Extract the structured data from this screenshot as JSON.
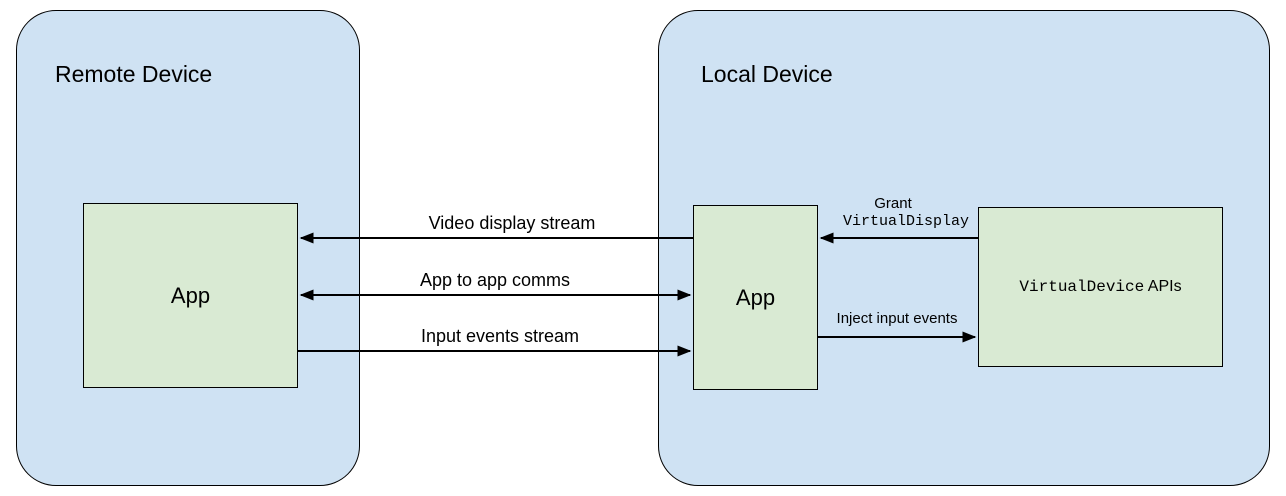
{
  "colors": {
    "device_fill": "#cfe2f3",
    "box_fill": "#d9ead3",
    "border": "#000000",
    "background": "#ffffff"
  },
  "remote_device": {
    "title": "Remote Device",
    "app_label": "App"
  },
  "local_device": {
    "title": "Local Device",
    "app_label": "App",
    "api_box": {
      "mono": "VirtualDevice",
      "rest": " APIs"
    }
  },
  "arrows": {
    "video_display_stream": {
      "label": "Video display stream",
      "direction": "left"
    },
    "app_to_app_comms": {
      "label": "App to app comms",
      "direction": "both"
    },
    "input_events_stream": {
      "label": "Input events stream",
      "direction": "right"
    },
    "grant_virtual_display": {
      "label_line1": "Grant",
      "label_line2_mono": "VirtualDisplay",
      "direction": "left"
    },
    "inject_input_events": {
      "label": "Inject input events",
      "direction": "right"
    }
  }
}
